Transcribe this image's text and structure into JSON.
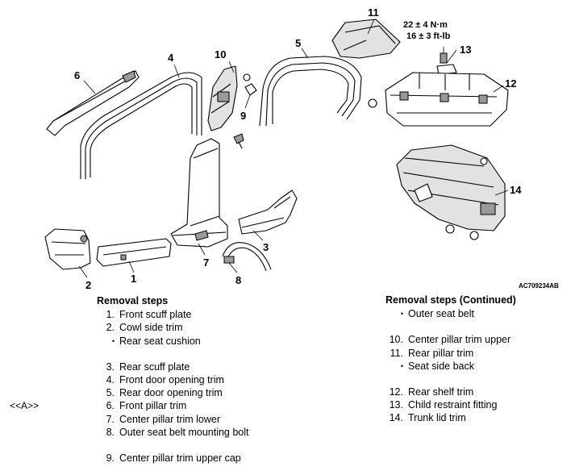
{
  "figure": {
    "code": "AC709234AB",
    "torque": {
      "line1": "22 ± 4 N·m",
      "line2": "16 ± 3 ft-lb"
    },
    "callouts": [
      "1",
      "2",
      "3",
      "4",
      "5",
      "6",
      "7",
      "8",
      "9",
      "10",
      "11",
      "12",
      "13",
      "14"
    ]
  },
  "marker": "<<A>>",
  "left_list": {
    "heading": "Removal steps",
    "items": [
      {
        "num": "1.",
        "text": "Front scuff plate"
      },
      {
        "num": "2.",
        "text": "Cowl side trim"
      },
      {
        "num": "•",
        "text": "Rear seat cushion"
      },
      {
        "num": "3.",
        "text": "Rear scuff plate"
      },
      {
        "num": "4.",
        "text": "Front door opening trim"
      },
      {
        "num": "5.",
        "text": "Rear door opening trim"
      },
      {
        "num": "6.",
        "text": "Front pillar trim"
      },
      {
        "num": "7.",
        "text": "Center pillar trim lower"
      },
      {
        "num": "8.",
        "text": "Outer seat belt mounting bolt"
      },
      {
        "num": "9.",
        "text": "Center pillar trim upper cap"
      }
    ]
  },
  "right_list": {
    "heading": "Removal steps (Continued)",
    "items": [
      {
        "num": "•",
        "text": "Outer seat belt"
      },
      {
        "num": "10.",
        "text": "Center pillar trim upper"
      },
      {
        "num": "11.",
        "text": "Rear pillar trim"
      },
      {
        "num": "•",
        "text": "Seat side back"
      },
      {
        "num": "12.",
        "text": "Rear shelf trim"
      },
      {
        "num": "13.",
        "text": "Child restraint fitting"
      },
      {
        "num": "14.",
        "text": "Trunk lid trim"
      }
    ]
  }
}
